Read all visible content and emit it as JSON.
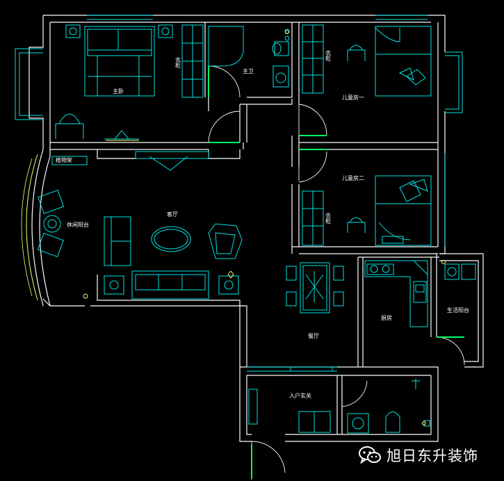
{
  "colors": {
    "background": "#000000",
    "wall": "#ffffff",
    "furniture": "#00e5e5",
    "door_swing": "#00ff66",
    "window": "#ffff66",
    "text": "#ffffff"
  },
  "rooms": {
    "master_bedroom": "主卧",
    "master_bath": "主卫",
    "wardrobe_master": "衣柜",
    "child_room_one": "儿童房一",
    "child_room_two": "儿童房二",
    "wardrobe_child_one": "衣柜",
    "wardrobe_child_two": "衣柜",
    "plant_rack": "植物架",
    "leisure_balcony": "休闲阳台",
    "living_room": "客厅",
    "dining_room": "餐厅",
    "kitchen": "厨房",
    "service_balcony": "生活阳台",
    "entrance": "入户玄关"
  },
  "watermark": {
    "icon": "wechat-icon",
    "text": "旭日东升装饰"
  }
}
